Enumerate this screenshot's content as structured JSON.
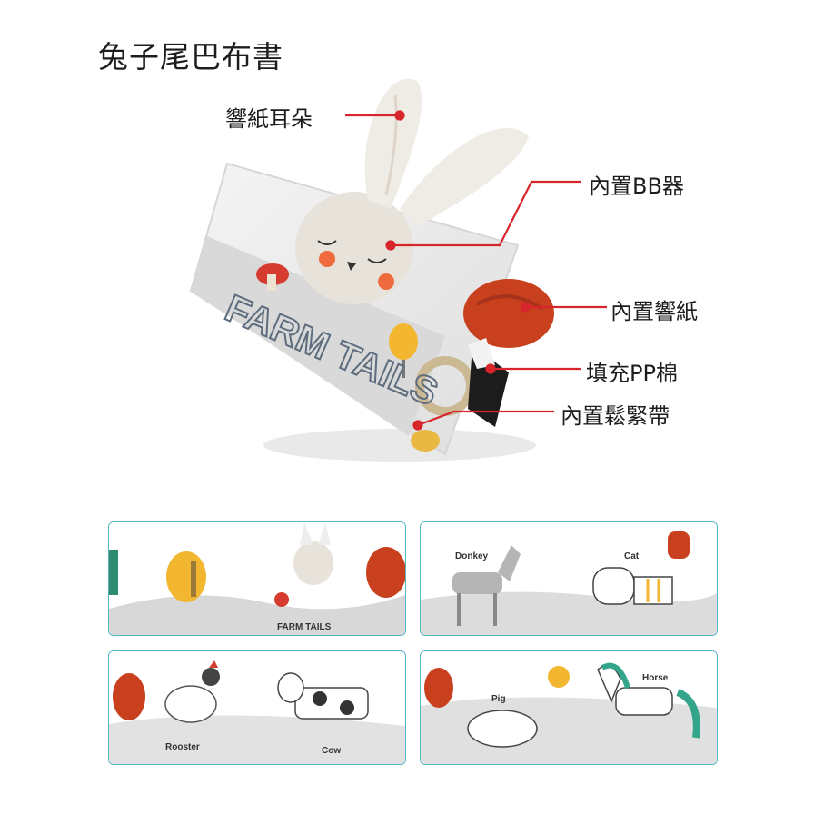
{
  "title": "兔子尾巴布書",
  "callouts": {
    "ear": "響紙耳朵",
    "squeaker": "內置BB器",
    "crinkle": "內置響紙",
    "filling": "填充PP棉",
    "elastic": "內置鬆緊帶"
  },
  "hero": {
    "book_title": "FARM TAILS"
  },
  "thumbnails": [
    {
      "labels": [
        "FARM TAILS"
      ]
    },
    {
      "labels": [
        "Donkey",
        "Cat"
      ]
    },
    {
      "labels": [
        "Rooster",
        "Cow"
      ]
    },
    {
      "labels": [
        "Pig",
        "Horse"
      ]
    }
  ],
  "colors": {
    "callout_line": "#d7262b",
    "thumb_border": "#56b6c6"
  }
}
